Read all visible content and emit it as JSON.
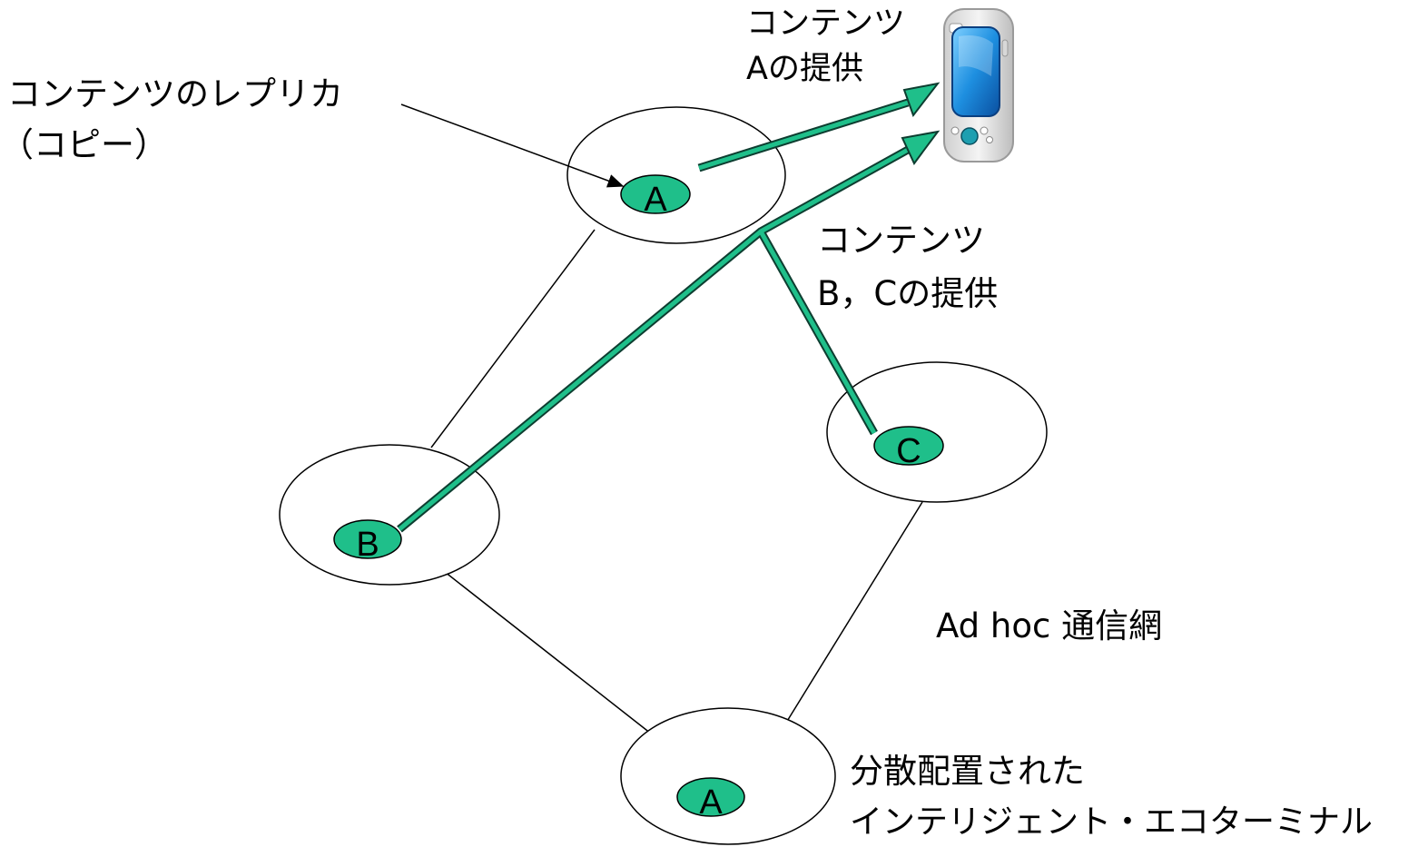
{
  "labels": {
    "replica_line1": "コンテンツのレプリカ",
    "replica_line2": "（コピー）",
    "provide_a_line1": "コンテンツ",
    "provide_a_line2": "Aの提供",
    "provide_bc_line1": "コンテンツ",
    "provide_bc_line2": "B，Cの提供",
    "adhoc": "Ad hoc 通信網",
    "terminal_line1": "分散配置された",
    "terminal_line2": "インテリジェント・エコターミナル"
  },
  "nodes": {
    "top": "A",
    "left": "B",
    "right": "C",
    "bottom": "A"
  },
  "colors": {
    "content_fill": "#1fbf8a",
    "arrow_fill": "#1fbf8a",
    "arrow_stroke": "#0d3d30",
    "line": "#000000",
    "device_body": "#e6e6e6",
    "device_screen": "#1e8fe0"
  }
}
